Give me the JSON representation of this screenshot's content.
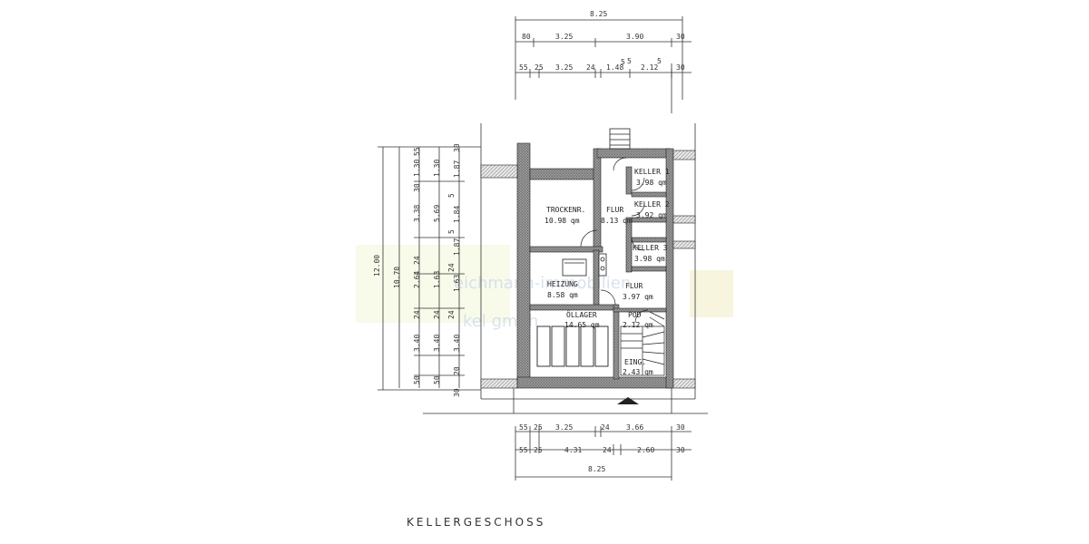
{
  "title": "KELLERGESCHOSS",
  "watermark": {
    "line1": "eichmann-immobilien",
    "line2": "kel gmbh"
  },
  "dims_top": {
    "overall": "8.25",
    "row2": [
      "80",
      "3.25",
      "3.90",
      "30"
    ],
    "row3": [
      "55",
      "25",
      "3.25",
      "24",
      "1.48",
      "5",
      "5",
      "2.12",
      "5",
      "30"
    ]
  },
  "dims_bottom": {
    "row1": [
      "55",
      "25",
      "3.25",
      "24",
      "3.66",
      "30"
    ],
    "row2": [
      "55",
      "25",
      "4.31",
      "24",
      "2.60",
      "30"
    ],
    "overall": "8.25"
  },
  "dims_left": {
    "overall": "12.00",
    "col2": "10.70",
    "col3": [
      "55",
      "1.30",
      "30",
      "3.38",
      "24",
      "2.64",
      "24",
      "3.40",
      "50"
    ],
    "col4": [
      "1.30",
      "5.69",
      "1.63",
      "24",
      "3.40",
      "50"
    ],
    "col5": [
      "30",
      "1.87",
      "5",
      "1.84",
      "5",
      "1.87",
      "24",
      "1.63",
      "24",
      "3.40",
      "20",
      "30"
    ]
  },
  "rooms": [
    {
      "name": "TROCKENR.",
      "area": "10.98 qm"
    },
    {
      "name": "FLUR",
      "area": "8.13 qm"
    },
    {
      "name": "KELLER 1",
      "area": "3.98 qm"
    },
    {
      "name": "KELLER 2",
      "area": "3.92 qm"
    },
    {
      "name": "KELLER 3",
      "area": "3.98 qm"
    },
    {
      "name": "HEIZUNG",
      "area": "8.58 qm"
    },
    {
      "name": "FLUR",
      "area": "3.97 qm"
    },
    {
      "name": "ÖLLAGER",
      "area": "14.65 qm"
    },
    {
      "name": "POD",
      "area": "2.12 qm"
    },
    {
      "name": "EING.",
      "area": "2.43 qm"
    }
  ]
}
